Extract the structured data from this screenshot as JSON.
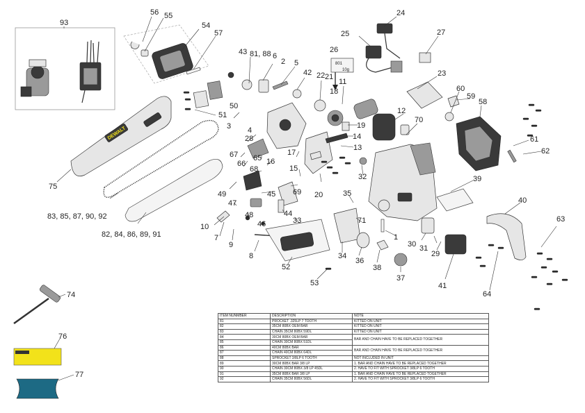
{
  "diagram": {
    "callouts": [
      {
        "id": "c93",
        "label": "93"
      },
      {
        "id": "c56",
        "label": "56"
      },
      {
        "id": "c55",
        "label": "55"
      },
      {
        "id": "c54",
        "label": "54"
      },
      {
        "id": "c57",
        "label": "57"
      },
      {
        "id": "c24",
        "label": "24"
      },
      {
        "id": "c25",
        "label": "25"
      },
      {
        "id": "c27",
        "label": "27"
      },
      {
        "id": "c26",
        "label": "26"
      },
      {
        "id": "c43",
        "label": "43"
      },
      {
        "id": "c8188",
        "label": "81, 88"
      },
      {
        "id": "c6",
        "label": "6"
      },
      {
        "id": "c2",
        "label": "2"
      },
      {
        "id": "c5",
        "label": "5"
      },
      {
        "id": "c42",
        "label": "42"
      },
      {
        "id": "c22",
        "label": "22"
      },
      {
        "id": "c21",
        "label": "21"
      },
      {
        "id": "c11",
        "label": "11"
      },
      {
        "id": "c18",
        "label": "18"
      },
      {
        "id": "c23",
        "label": "23"
      },
      {
        "id": "c60",
        "label": "60"
      },
      {
        "id": "c59",
        "label": "59"
      },
      {
        "id": "c58",
        "label": "58"
      },
      {
        "id": "c50",
        "label": "50"
      },
      {
        "id": "c51",
        "label": "51"
      },
      {
        "id": "c3",
        "label": "3"
      },
      {
        "id": "c4",
        "label": "4"
      },
      {
        "id": "c19",
        "label": "19"
      },
      {
        "id": "c14",
        "label": "14"
      },
      {
        "id": "c12",
        "label": "12"
      },
      {
        "id": "c70",
        "label": "70"
      },
      {
        "id": "c28",
        "label": "28"
      },
      {
        "id": "c13",
        "label": "13"
      },
      {
        "id": "c67",
        "label": "67"
      },
      {
        "id": "c17",
        "label": "17"
      },
      {
        "id": "c61",
        "label": "61"
      },
      {
        "id": "c62",
        "label": "62"
      },
      {
        "id": "c66",
        "label": "66"
      },
      {
        "id": "c65",
        "label": "65"
      },
      {
        "id": "c16",
        "label": "16"
      },
      {
        "id": "c68",
        "label": "68"
      },
      {
        "id": "c15",
        "label": "15"
      },
      {
        "id": "c32",
        "label": "32"
      },
      {
        "id": "c75",
        "label": "75"
      },
      {
        "id": "c49",
        "label": "49"
      },
      {
        "id": "c69",
        "label": "69"
      },
      {
        "id": "c20",
        "label": "20"
      },
      {
        "id": "c39",
        "label": "39"
      },
      {
        "id": "c45",
        "label": "45"
      },
      {
        "id": "c35",
        "label": "35"
      },
      {
        "id": "c40",
        "label": "40"
      },
      {
        "id": "c47",
        "label": "47"
      },
      {
        "id": "c44",
        "label": "44"
      },
      {
        "id": "c83",
        "label": "83, 85, 87, 90, 92"
      },
      {
        "id": "c48",
        "label": "48"
      },
      {
        "id": "c10",
        "label": "10"
      },
      {
        "id": "c33",
        "label": "33"
      },
      {
        "id": "c71",
        "label": "71"
      },
      {
        "id": "c46",
        "label": "46"
      },
      {
        "id": "c82",
        "label": "82, 84, 86, 89, 91"
      },
      {
        "id": "c7",
        "label": "7"
      },
      {
        "id": "c9",
        "label": "9"
      },
      {
        "id": "c63",
        "label": "63"
      },
      {
        "id": "c1",
        "label": "1"
      },
      {
        "id": "c30",
        "label": "30"
      },
      {
        "id": "c31",
        "label": "31"
      },
      {
        "id": "c29",
        "label": "29"
      },
      {
        "id": "c34",
        "label": "34"
      },
      {
        "id": "c36",
        "label": "36"
      },
      {
        "id": "c8",
        "label": "8"
      },
      {
        "id": "c38",
        "label": "38"
      },
      {
        "id": "c52",
        "label": "52"
      },
      {
        "id": "c37",
        "label": "37"
      },
      {
        "id": "c41",
        "label": "41"
      },
      {
        "id": "c53",
        "label": "53"
      },
      {
        "id": "c64",
        "label": "64"
      },
      {
        "id": "c74",
        "label": "74"
      },
      {
        "id": "c76",
        "label": "76"
      },
      {
        "id": "c77",
        "label": "77"
      }
    ],
    "bar_brand": "DEWALT",
    "sticker_label": "801",
    "sticker_value": "10g"
  },
  "table": {
    "headers": [
      "ITEM NUNMBER",
      "DESCRIPTION",
      "NOTE"
    ],
    "rows": [
      [
        "81",
        "PROCKET .325LP 7 TOOTH",
        "KITTED ON UNIT"
      ],
      [
        "82",
        "35CM 80BX OEM BAR",
        "KITTED ON UNIT"
      ],
      [
        "83",
        "CHAIN 35CM 80BX 59DL",
        "KITTED ON UNIT"
      ],
      [
        "84",
        "30CM 80BX OEM BAR",
        "BAR AND CHAIN HAVE TO BE REPLACED TOGETHER"
      ],
      [
        "85",
        "CHAIN 30CM 80BX 51DL",
        ""
      ],
      [
        "86",
        "40CM 80BX BAR",
        "BAR AND CHAIN HAVE TO BE REPLACED TOGETHER"
      ],
      [
        "87",
        "CHAIN 40CM 80BX 64DL",
        ""
      ],
      [
        "88",
        "SPROCKET 3/8LP 6 TOOTH",
        "NOT INCLUDED IN UNIT"
      ],
      [
        "89",
        "30CM 80BX BAR 3/8 LP",
        "1. BAR AND CHAIN HAVE TO BE REPLACED TOGETHER"
      ],
      [
        "90",
        "CHAIN 30CM 80BX 3/8 LP 45DL",
        "2. HAVE TO FIT WITH SPROCKET 3/8LP 6 TOOTH"
      ],
      [
        "91",
        "35CM 80BX BAR 3/8 LP",
        "1. BAR AND CHAIN HAVE TO BE REPLACED TOGETHER"
      ],
      [
        "92",
        "CHAIN 35CM 80BX 56DL",
        "2. HAVE TO FIT WITH SPROCKET 3/8LP 6 TOOTH"
      ]
    ]
  }
}
